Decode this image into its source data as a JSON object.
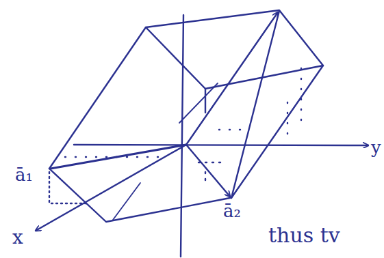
{
  "diagram": {
    "labels": [
      "y",
      "ā₁",
      "x",
      "ā₂",
      "thus tv"
    ]
  }
}
